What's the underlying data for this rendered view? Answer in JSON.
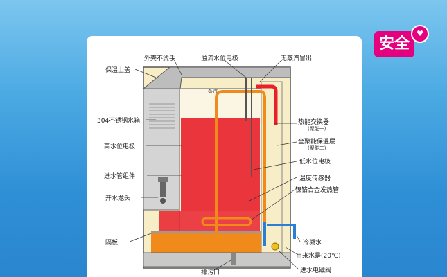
{
  "badge": {
    "text": "安全",
    "color": "#e4007f"
  },
  "labels": {
    "shell": "外壳不烫手",
    "lid": "保温上盖",
    "overflow": "溢流水位电极",
    "steam": "无蒸汽冒出",
    "tank": "304不锈钢水箱",
    "high_level": "高水位电极",
    "inlet_pipe": "进水管组件",
    "faucet": "开水龙头",
    "partition": "隔板",
    "drain": "排污口",
    "heat_exchanger": "热能交换器",
    "heat_exchanger_sub": "(聚能一)",
    "insulation": "全聚能保温层",
    "insulation_sub": "(聚能二)",
    "low_level": "低水位电极",
    "temp_sensor": "温度传感器",
    "heating_tube": "镍铬合金发热管",
    "cold_water": "冷凝水",
    "tap_water": "自来水是(20℃)",
    "solenoid": "进水电磁阀",
    "steam_small": "蒸汽"
  },
  "colors": {
    "hot_water": "#e8202a",
    "warm_water": "#f08a1a",
    "steel": "#c9c9c9",
    "insulation": "#f7eec8",
    "cold_pipe": "#2a7fd4"
  }
}
